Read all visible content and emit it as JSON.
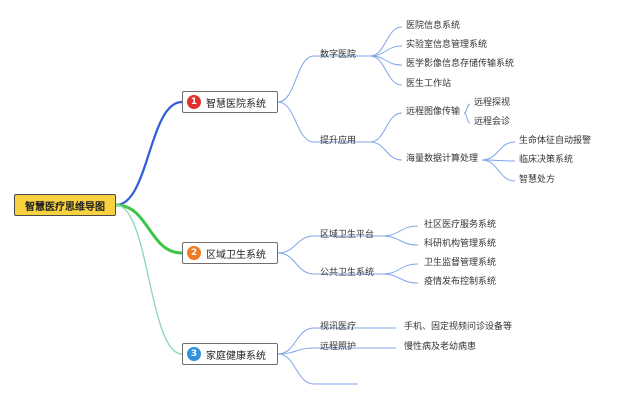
{
  "colors": {
    "root_fill": "#f7d13f",
    "branch1_line": "#2f5ed6",
    "branch2_line": "#3ac749",
    "branch3_line": "#8fd9b6",
    "sub_line": "#7fa6e8",
    "badge1": "#e0312f",
    "badge2": "#ee7a22",
    "badge3": "#2f93dc"
  },
  "root": {
    "label": "智慧医疗思维导图"
  },
  "branches": [
    {
      "badge": "1",
      "label": "智慧医院系统",
      "children": [
        {
          "label": "数字医院",
          "children": [
            {
              "label": "医院信息系统"
            },
            {
              "label": "实验室信息管理系统"
            },
            {
              "label": "医学影像信息存储传输系统"
            },
            {
              "label": "医生工作站"
            }
          ]
        },
        {
          "label": "提升应用",
          "children": [
            {
              "label": "远程图像传输",
              "children": [
                {
                  "label": "远程探视"
                },
                {
                  "label": "远程会诊"
                }
              ]
            },
            {
              "label": "海量数据计算处理",
              "children": [
                {
                  "label": "生命体征自动报警"
                },
                {
                  "label": "临床决策系统"
                },
                {
                  "label": "智慧处方"
                }
              ]
            }
          ]
        }
      ]
    },
    {
      "badge": "2",
      "label": "区域卫生系统",
      "children": [
        {
          "label": "区域卫生平台",
          "children": [
            {
              "label": "社区医疗服务系统"
            },
            {
              "label": "科研机构管理系统"
            }
          ]
        },
        {
          "label": "公共卫生系统",
          "children": [
            {
              "label": "卫生监督管理系统"
            },
            {
              "label": "疫情发布控制系统"
            }
          ]
        }
      ]
    },
    {
      "badge": "3",
      "label": "家庭健康系统",
      "children": [
        {
          "label": "视讯医疗",
          "children": [
            {
              "label": "手机、固定视频问诊设备等"
            }
          ]
        },
        {
          "label": "远程照护",
          "children": [
            {
              "label": "慢性病及老幼病患"
            }
          ]
        },
        {
          "label": ""
        }
      ]
    }
  ]
}
